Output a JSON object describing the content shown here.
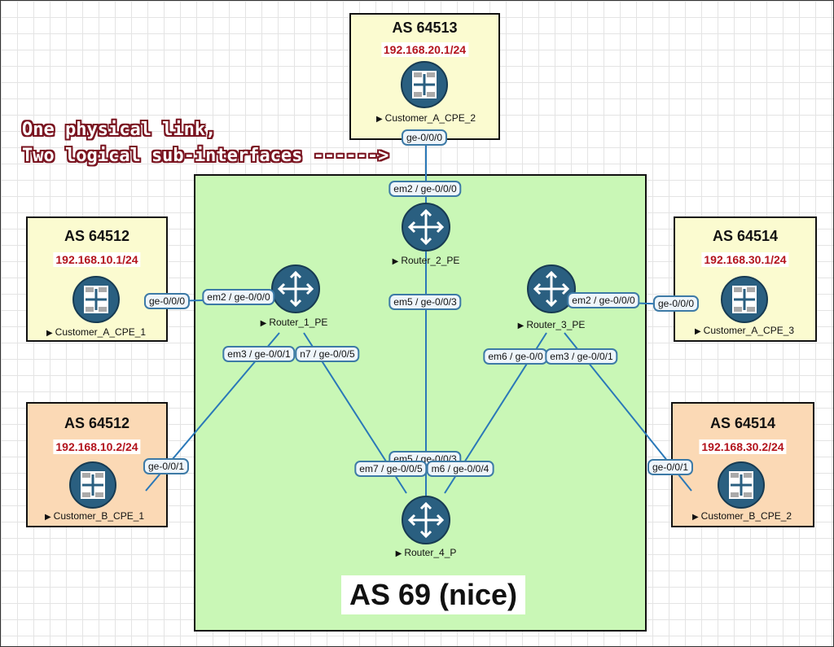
{
  "callout": {
    "line1": "One physical link,",
    "line2": "Two logical sub-interfaces ------>"
  },
  "as_region": {
    "label": "AS 69 (nice)"
  },
  "customers": {
    "cpe2": {
      "as": "AS 64513",
      "ip": "192.168.20.1/24",
      "name": "Customer_A_CPE_2",
      "port": "ge-0/0/0"
    },
    "cpe1": {
      "as": "AS 64512",
      "ip": "192.168.10.1/24",
      "name": "Customer_A_CPE_1",
      "port": "ge-0/0/0"
    },
    "bcpe1": {
      "as": "AS 64512",
      "ip": "192.168.10.2/24",
      "name": "Customer_B_CPE_1",
      "port": "ge-0/0/1"
    },
    "cpe3": {
      "as": "AS 64514",
      "ip": "192.168.30.1/24",
      "name": "Customer_A_CPE_3",
      "port": "ge-0/0/0"
    },
    "bcpe2": {
      "as": "AS 64514",
      "ip": "192.168.30.2/24",
      "name": "Customer_B_CPE_2",
      "port": "ge-0/0/1"
    }
  },
  "routers": {
    "r1": {
      "name": "Router_1_PE",
      "port_em2": "em2 / ge-0/0/0",
      "port_em3": "em3 / ge-0/0/1",
      "port_em7": "n7 / ge-0/0/5"
    },
    "r2": {
      "name": "Router_2_PE",
      "port_em2": "em2 / ge-0/0/0",
      "port_em5": "em5 / ge-0/0/3"
    },
    "r3": {
      "name": "Router_3_PE",
      "port_em2": "em2 / ge-0/0/0",
      "port_em6": "em6 / ge-0/0",
      "port_em3": "em3 / ge-0/0/1"
    },
    "r4": {
      "name": "Router_4_P",
      "port_em5": "em5 / ge-0/0/3",
      "port_em7": "em7 / ge-0/0/5",
      "port_em6": "m6 / ge-0/0/4"
    }
  },
  "colors": {
    "link": "#2a78b8",
    "router": "#2a5f80",
    "as_region": "#c9f7b6",
    "customer_a": "#fbfbd0",
    "customer_b": "#fbd9b5",
    "ip_text": "#b3141d",
    "callout_outline": "#7a1420"
  },
  "icons": {
    "router": "router-icon",
    "cpe": "srx-router-icon",
    "expand": "triangle-right-icon"
  }
}
